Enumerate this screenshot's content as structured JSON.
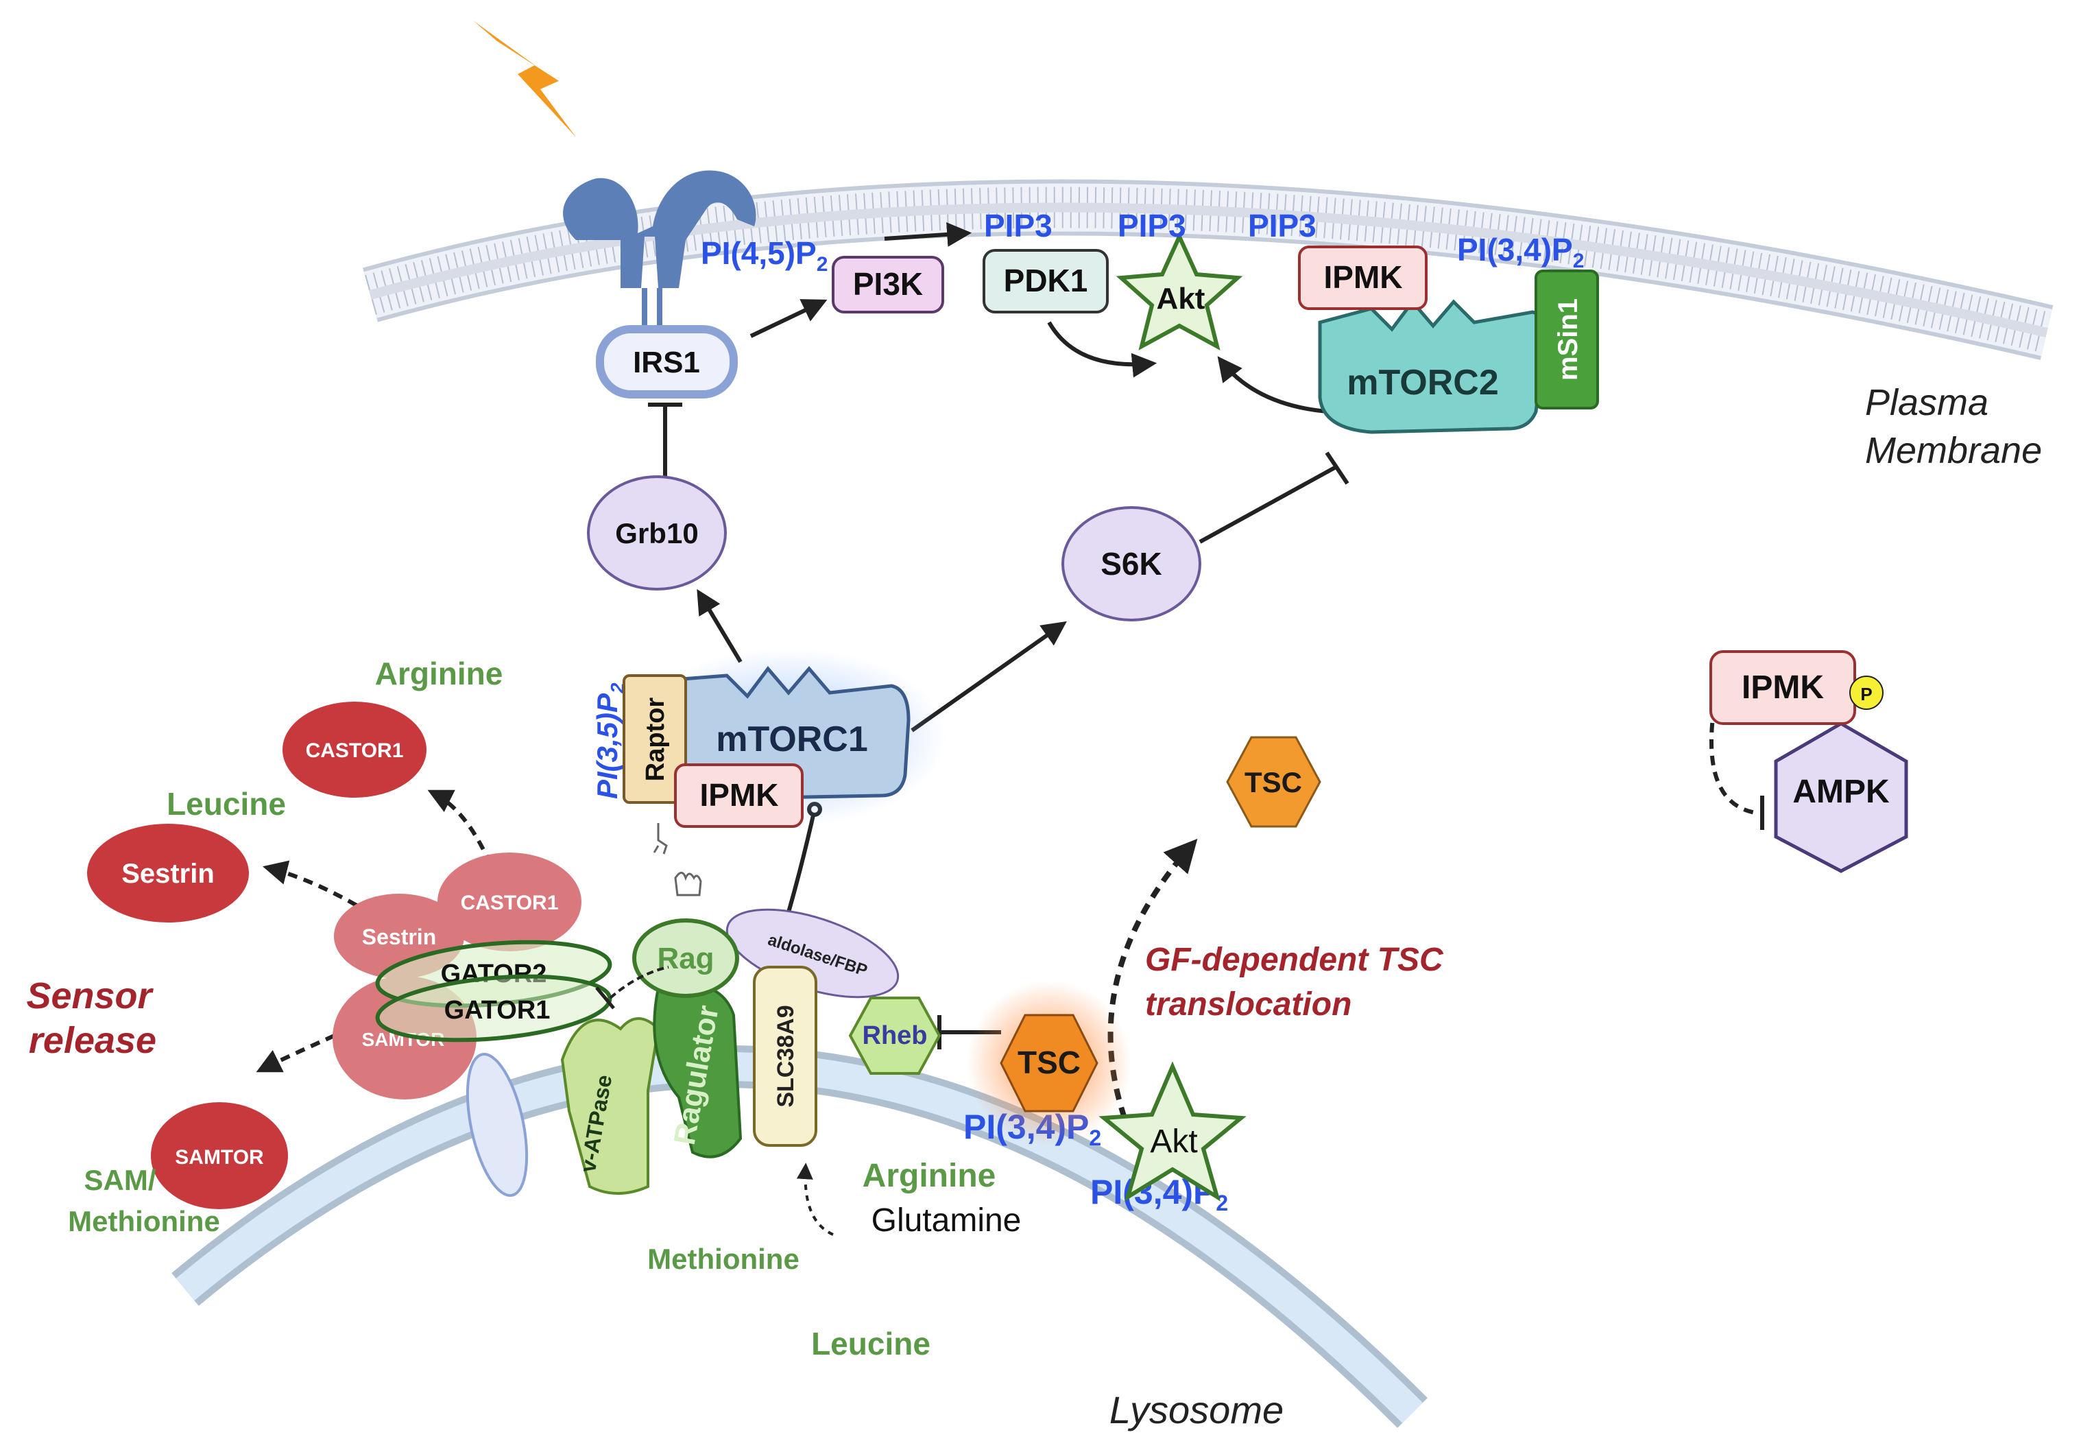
{
  "labels": {
    "pi45p2": "PI(4,5)P",
    "pi45p2_sub": "2",
    "pip3_a": "PIP3",
    "pip3_b": "PIP3",
    "pip3_c": "PIP3",
    "pi34p2_top": "PI(3,4)P",
    "pi34p2_top_sub": "2",
    "pi35p2": "PI(3,5)P",
    "pi35p2_sub": "2",
    "pi34p2_lyso_a": "PI(3,4)P",
    "pi34p2_lyso_a_sub": "2",
    "pi34p2_lyso_b": "PI(3,4)P",
    "pi34p2_lyso_b_sub": "2",
    "pi3k": "PI3K",
    "pdk1": "PDK1",
    "akt_top": "Akt",
    "akt_lyso": "Akt",
    "ipmk_top": "IPMK",
    "mtorc2": "mTORC2",
    "msin1": "mSin1",
    "irs1": "IRS1",
    "grb10": "Grb10",
    "s6k": "S6K",
    "raptor": "Raptor",
    "mtorc1": "mTORC1",
    "ipmk_mid": "IPMK",
    "ipmk_right": "IPMK",
    "p_badge": "P",
    "ampk": "AMPK",
    "tsc_top": "TSC",
    "tsc_lyso": "TSC",
    "rheb": "Rheb",
    "rag": "Rag",
    "ragulator": "Ragulator",
    "slc38a9": "SLC38A9",
    "vatpase": "v-ATPase",
    "aldolase": "aldolase/FBP",
    "gator2": "GATOR2",
    "gator1": "GATOR1",
    "castor1_bound": "CASTOR1",
    "sestrin_bound": "Sestrin",
    "samtor_bound": "SAMTOR",
    "castor1_free": "CASTOR1",
    "sestrin_free": "Sestrin",
    "samtor_free": "SAMTOR",
    "arginine_top": "Arginine",
    "leucine_top": "Leucine",
    "sensor_release_1": "Sensor",
    "sensor_release_2": "release",
    "sam_1": "SAM/",
    "sam_2": "Methionine",
    "arginine_lyso": "Arginine",
    "glutamine": "Glutamine",
    "methionine": "Methionine",
    "leucine_lyso": "Leucine",
    "gf_1": "GF-dependent TSC",
    "gf_2": "translocation",
    "plasma_1": "Plasma",
    "plasma_2": "Membrane",
    "lysosome": "Lysosome"
  },
  "icons": {
    "lightning": "lightning-bolt-icon",
    "receptor": "receptor-icon",
    "rope": "tether-icon"
  },
  "colors": {
    "phospholipid_blue": "#2a52e6",
    "amino_green": "#5a9a46",
    "sensor_red": "#c8393e",
    "dark_red_text": "#a4242b",
    "tsc_orange": "#f29a2e",
    "mtorc2_teal": "#7fd3cc",
    "mtorc1_blue": "#b8cfe8",
    "lavender": "#e4dcf5"
  }
}
